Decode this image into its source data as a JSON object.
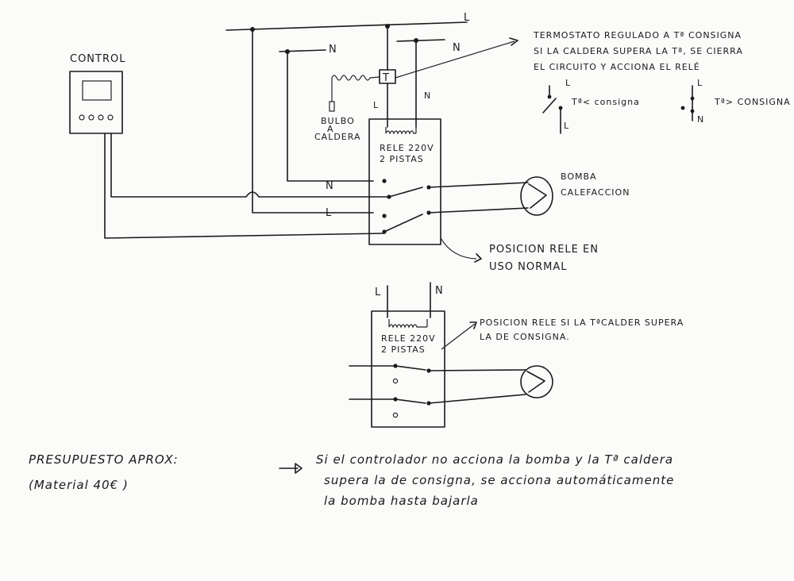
{
  "labels": {
    "control": "CONTROL",
    "L_top": "L",
    "N_left": "N",
    "N_right": "N",
    "T": "T",
    "L_small": "L",
    "N_relay_side": "N",
    "bulbo_1": "BULBO",
    "bulbo_2": "A",
    "bulbo_3": "CALDERA",
    "rele_1": "RELE 220V",
    "rele_2": "2 PISTAS",
    "wire_N": "N",
    "wire_L": "L",
    "bomba_1": "BOMBA",
    "bomba_2": "CALEFACCION",
    "pos_normal_1": "POSICION RELE EN",
    "pos_normal_2": "USO NORMAL",
    "term_1": "TERMOSTATO REGULADO A Tª CONSIGNA",
    "term_2": "SI LA CALDERA SUPERA LA Tª, SE CIERRA",
    "term_3": "EL CIRCUITO Y ACCIONA EL RELÉ",
    "case1_L": "L",
    "case1_L2": "L",
    "case1_text": "Tª< consigna",
    "case2_L": "L",
    "case2_N": "N",
    "case2_text": "Tª> CONSIGNA",
    "r2_L": "L",
    "r2_N": "N",
    "rele2_1": "RELE 220V",
    "rele2_2": "2 PISTAS",
    "pos_hot_1": "POSICION RELE SI LA TªCALDER SUPERA",
    "pos_hot_2": "LA DE CONSIGNA.",
    "budget_1": "PRESUPUESTO APROX:",
    "budget_2": "(Material 40€ )",
    "note_1": "Si el controlador no acciona la bomba y la Tª caldera",
    "note_2": "supera la de consigna, se acciona automáticamente",
    "note_3": "la bomba hasta bajarla"
  }
}
